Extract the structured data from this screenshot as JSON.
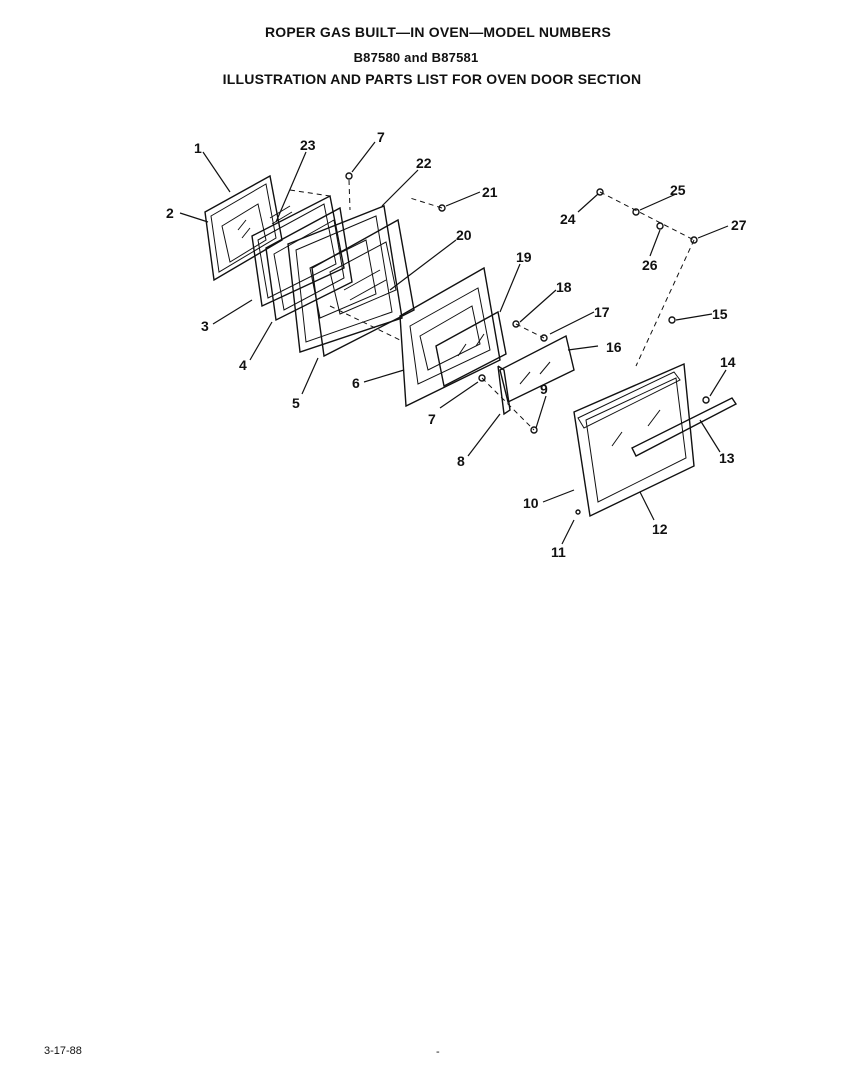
{
  "header": {
    "title_line1": "ROPER GAS BUILT—IN OVEN—MODEL NUMBERS",
    "title_line2": "B87580 and B87581",
    "title_line3": "ILLUSTRATION AND PARTS LIST FOR OVEN DOOR SECTION"
  },
  "callouts": {
    "c1": "1",
    "c2": "2",
    "c3": "3",
    "c4": "4",
    "c5": "5",
    "c6": "6",
    "c7a": "7",
    "c7b": "7",
    "c8": "8",
    "c9": "9",
    "c10": "10",
    "c11": "11",
    "c12": "12",
    "c13": "13",
    "c14": "14",
    "c15": "15",
    "c16": "16",
    "c17": "17",
    "c18": "18",
    "c19": "19",
    "c20": "20",
    "c21": "21",
    "c22": "22",
    "c23": "23",
    "c24": "24",
    "c25": "25",
    "c26": "26",
    "c27": "27"
  },
  "footer": {
    "date": "3-17-88",
    "page_mark": "-"
  }
}
